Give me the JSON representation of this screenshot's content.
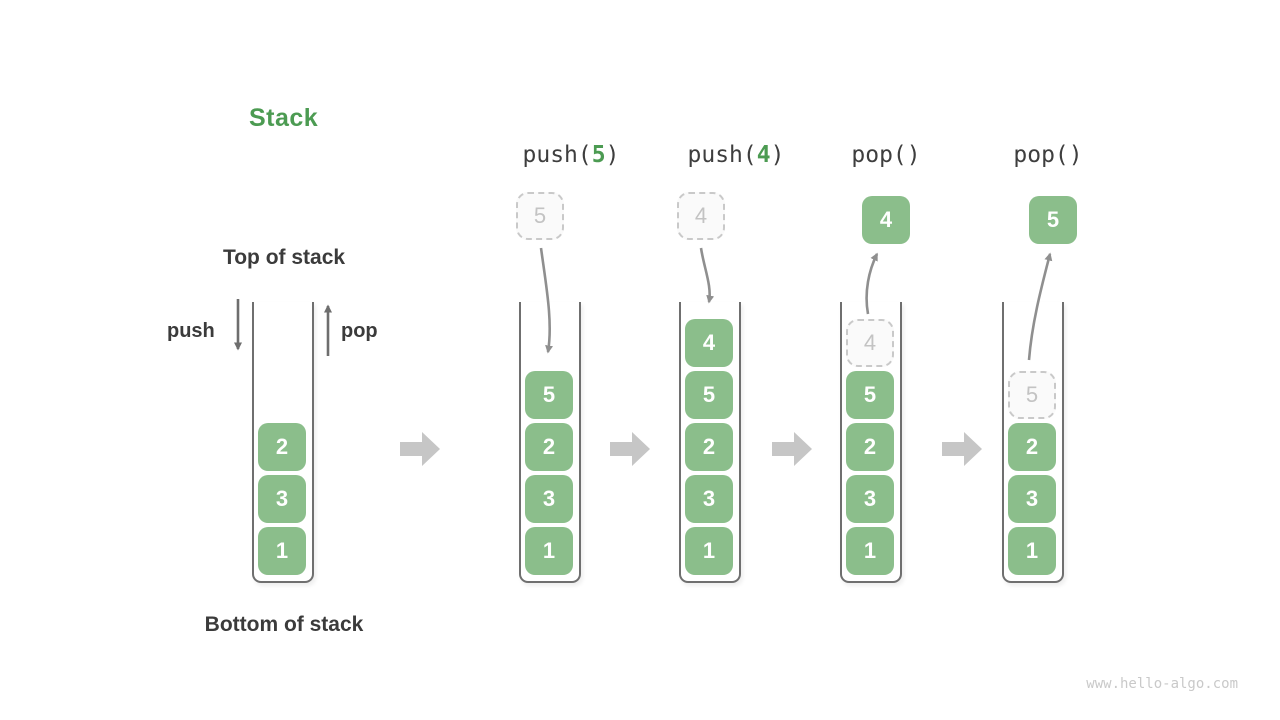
{
  "title": "Stack",
  "watermark": "www.hello-algo.com",
  "annotations": {
    "top_of_stack": "Top of stack",
    "bottom_of_stack": "Bottom of stack",
    "push_label": "push",
    "pop_label": "pop"
  },
  "colors": {
    "title_green": "#4c9b52",
    "box_green": "#8bbe8b",
    "dark_text": "#3b3b3b",
    "curve_arrow_gray": "#8f8f8f",
    "small_arrow_gray": "#6e6e6e",
    "block_arrow_gray": "#c6c6c6",
    "ghost_gray": "#c3c3c3"
  },
  "operations": [
    {
      "pre": "push(",
      "arg": "5",
      "post": ")"
    },
    {
      "pre": "push(",
      "arg": "4",
      "post": ")"
    },
    {
      "pre": "pop()",
      "arg": "",
      "post": ""
    },
    {
      "pre": "pop()",
      "arg": "",
      "post": ""
    }
  ],
  "floating": [
    {
      "value": "5",
      "type": "ghost"
    },
    {
      "value": "4",
      "type": "ghost"
    },
    {
      "value": "4",
      "type": "solid"
    },
    {
      "value": "5",
      "type": "solid"
    }
  ],
  "columns": [
    {
      "name": "initial",
      "cells": [
        {
          "v": "2"
        },
        {
          "v": "3"
        },
        {
          "v": "1"
        }
      ]
    },
    {
      "name": "after-push-5",
      "cells": [
        {
          "v": "5"
        },
        {
          "v": "2"
        },
        {
          "v": "3"
        },
        {
          "v": "1"
        }
      ]
    },
    {
      "name": "after-push-4",
      "cells": [
        {
          "v": "4"
        },
        {
          "v": "5"
        },
        {
          "v": "2"
        },
        {
          "v": "3"
        },
        {
          "v": "1"
        }
      ]
    },
    {
      "name": "after-pop-4",
      "cells": [
        {
          "v": "4",
          "ghost": true
        },
        {
          "v": "5"
        },
        {
          "v": "2"
        },
        {
          "v": "3"
        },
        {
          "v": "1"
        }
      ]
    },
    {
      "name": "after-pop-5",
      "cells": [
        {
          "v": "5",
          "ghost": true
        },
        {
          "v": "2"
        },
        {
          "v": "3"
        },
        {
          "v": "1"
        }
      ]
    }
  ]
}
